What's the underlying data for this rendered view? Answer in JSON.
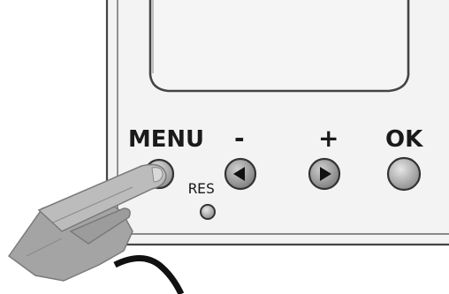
{
  "panel": {
    "labels": {
      "menu": "MENU",
      "minus": "-",
      "plus": "+",
      "ok": "OK",
      "reset": "RES"
    }
  },
  "colors": {
    "panel_fill": "#ececec",
    "outline": "#444444",
    "button_fill": "#9a9a9a",
    "hand_fill": "#a8a8a8",
    "cable": "#111111"
  },
  "icons": {
    "left_button": "left-arrow-icon",
    "right_button": "right-arrow-icon"
  }
}
